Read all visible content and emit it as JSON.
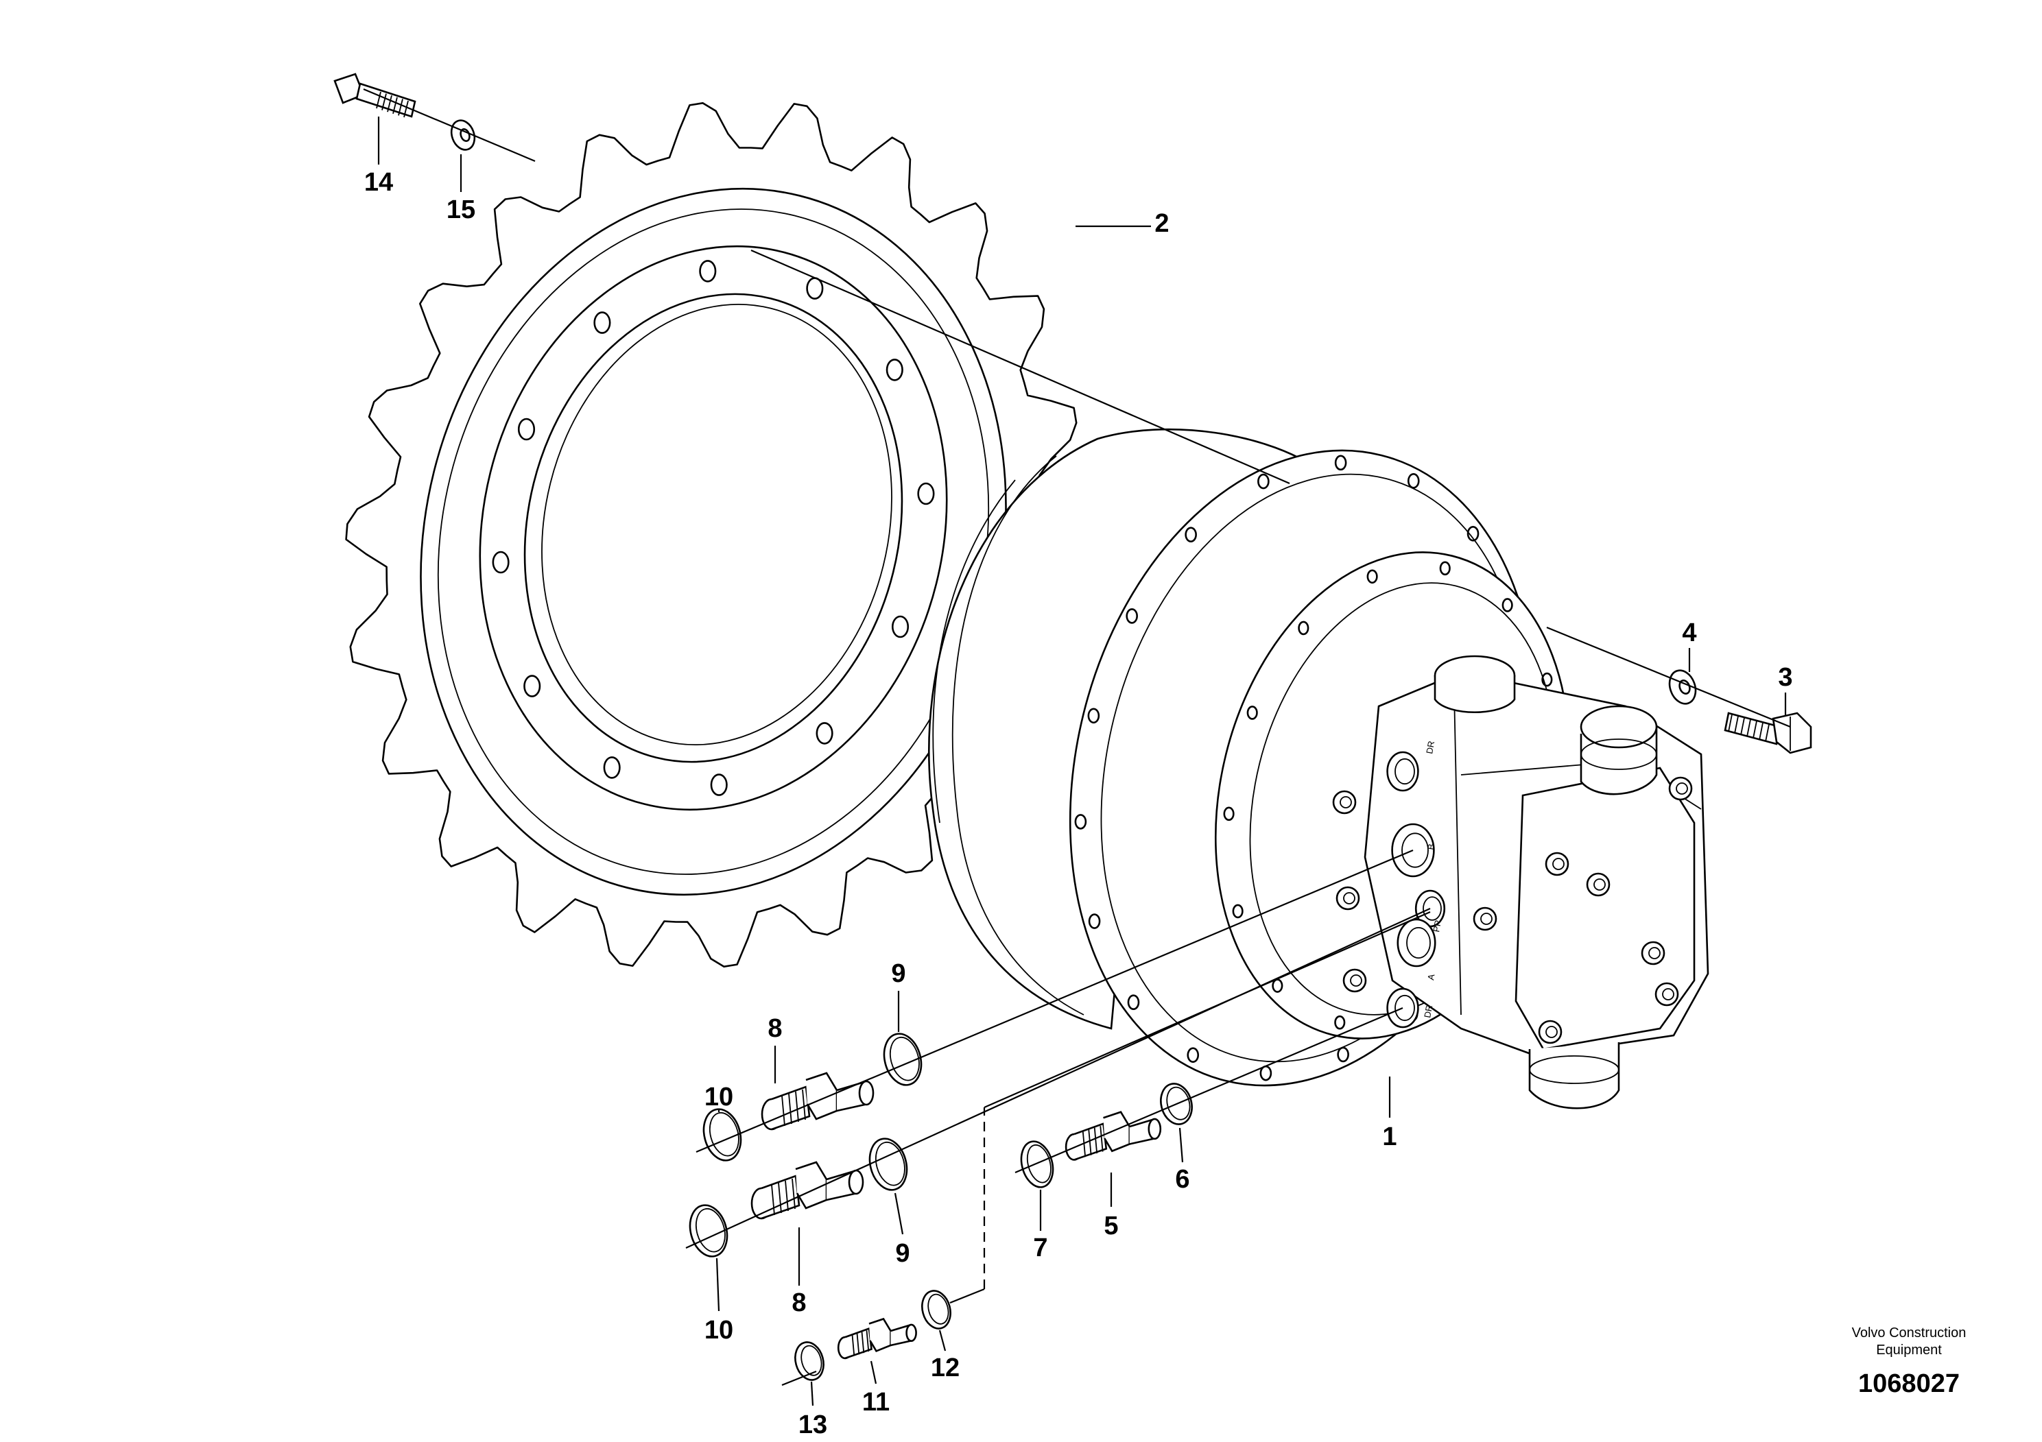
{
  "callouts": [
    {
      "id": "1",
      "label": "1"
    },
    {
      "id": "2",
      "label": "2"
    },
    {
      "id": "3",
      "label": "3"
    },
    {
      "id": "4",
      "label": "4"
    },
    {
      "id": "5",
      "label": "5"
    },
    {
      "id": "6",
      "label": "6"
    },
    {
      "id": "7",
      "label": "7"
    },
    {
      "id": "8a",
      "label": "8"
    },
    {
      "id": "8b",
      "label": "8"
    },
    {
      "id": "9a",
      "label": "9"
    },
    {
      "id": "9b",
      "label": "9"
    },
    {
      "id": "10a",
      "label": "10"
    },
    {
      "id": "10b",
      "label": "10"
    },
    {
      "id": "11",
      "label": "11"
    },
    {
      "id": "12",
      "label": "12"
    },
    {
      "id": "13",
      "label": "13"
    },
    {
      "id": "14",
      "label": "14"
    },
    {
      "id": "15",
      "label": "15"
    }
  ],
  "port_markings": [
    "DR",
    "B",
    "PP",
    "A",
    "DR"
  ],
  "brand": {
    "line1": "Volvo Construction",
    "line2": "Equipment"
  },
  "drawing_number": "1068027"
}
